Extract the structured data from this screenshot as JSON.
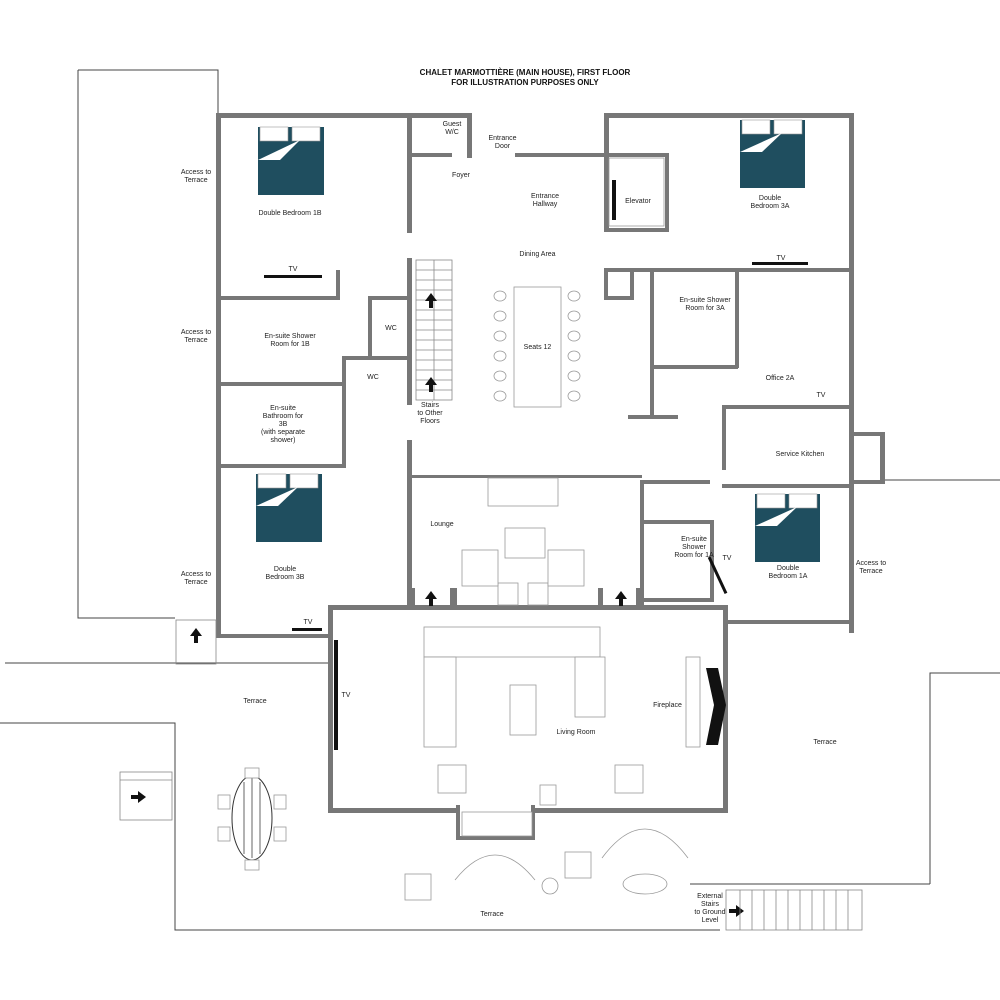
{
  "title": {
    "line1": "CHALET MARMOTTIÈRE (MAIN HOUSE), FIRST FLOOR",
    "line2": "FOR ILLUSTRATION PURPOSES ONLY"
  },
  "labels": {
    "access_terrace_top": "Access to\nTerrace",
    "access_terrace_mid": "Access to\nTerrace",
    "access_terrace_low": "Access to\nTerrace",
    "access_terrace_right": "Access to\nTerrace",
    "guest_wc": "Guest\nW/C",
    "entrance_door": "Entrance\nDoor",
    "foyer": "Foyer",
    "entrance_hallway": "Entrance\nHallway",
    "elevator": "Elevator",
    "double_bedroom_1b": "Double Bedroom 1B",
    "double_bedroom_3a": "Double\nBedroom 3A",
    "dining_area": "Dining Area",
    "seats_12": "Seats 12",
    "ensuite_shower_1b": "En-suite Shower\nRoom for 1B",
    "wc_upper": "WC",
    "wc_lower": "WC",
    "ensuite_shower_3a": "En-suite Shower\nRoom for 3A",
    "office_2a": "Office 2A",
    "ensuite_bath_3b": "En-suite\nBathroom for\n3B\n(with separate\nshower)",
    "stairs_other_floors": "Stairs\nto Other\nFloors",
    "service_kitchen": "Service Kitchen",
    "lounge": "Lounge",
    "double_bedroom_3b": "Double\nBedroom 3B",
    "ensuite_shower_1a": "En-suite\nShower\nRoom for 1A",
    "double_bedroom_1a": "Double\nBedroom 1A",
    "terrace_left": "Terrace",
    "terrace_right": "Terrace",
    "terrace_bottom": "Terrace",
    "living_room": "Living Room",
    "fireplace": "Fireplace",
    "external_stairs": "External\nStairs\nto Ground\nLevel",
    "tv_1b": "TV",
    "tv_3a": "TV",
    "tv_office": "TV",
    "tv_3b": "TV",
    "tv_1a": "TV",
    "tv_living": "TV"
  },
  "colors": {
    "wall": "#777777",
    "bed": "#1f4e5f",
    "line": "#444444"
  }
}
